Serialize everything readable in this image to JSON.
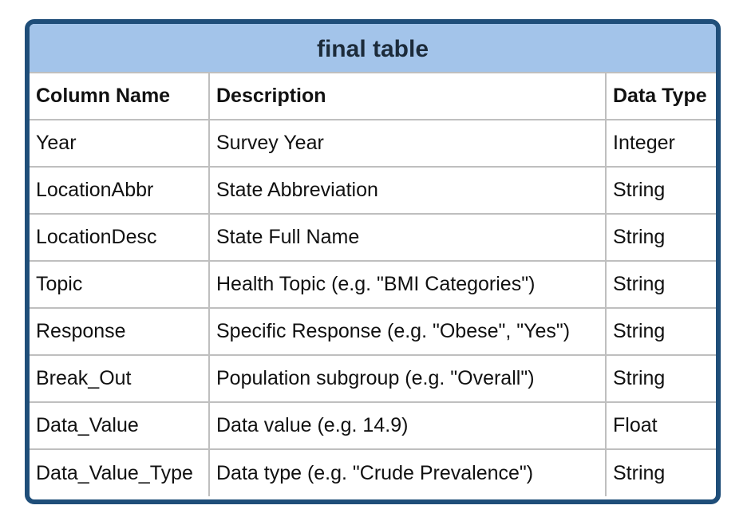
{
  "table": {
    "title": "final table",
    "headers": [
      "Column Name",
      "Description",
      "Data Type"
    ],
    "rows": [
      [
        "Year",
        "Survey Year",
        "Integer"
      ],
      [
        "LocationAbbr",
        "State Abbreviation",
        "String"
      ],
      [
        "LocationDesc",
        "State Full Name",
        "String"
      ],
      [
        "Topic",
        "Health Topic (e.g. \"BMI Categories\")",
        "String"
      ],
      [
        "Response",
        "Specific Response (e.g. \"Obese\", \"Yes\")",
        "String"
      ],
      [
        "Break_Out",
        "Population subgroup (e.g. \"Overall\")",
        "String"
      ],
      [
        "Data_Value",
        "Data value (e.g. 14.9)",
        "Float"
      ],
      [
        "Data_Value_Type",
        "Data type (e.g. \"Crude Prevalence\")",
        "String"
      ]
    ]
  },
  "colors": {
    "border": "#1f4e79",
    "header_bg": "#a3c4ea",
    "grid": "#bfbfbf"
  }
}
